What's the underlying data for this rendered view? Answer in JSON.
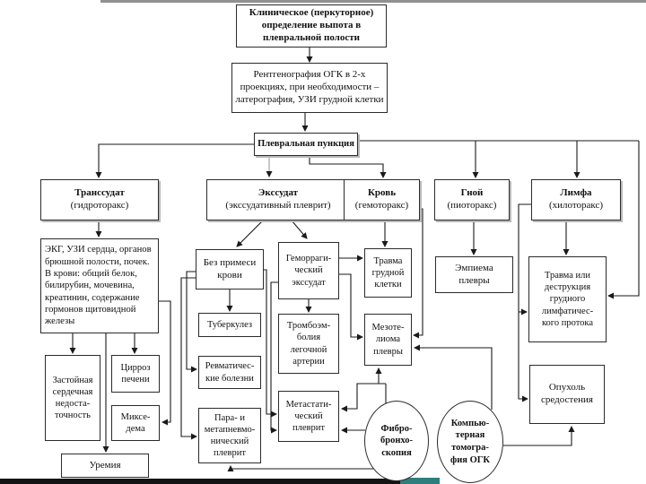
{
  "decor": {
    "top_bar_color": "#909090",
    "bottom_bar_color": "#141414",
    "bottom_accent_color": "#2f7e7e",
    "line_color": "#1a1a1a",
    "faded_line_color": "#9a9a9a"
  },
  "nodes": {
    "clinical": {
      "label": "Клиническое (перкуторное)\nопределение выпота в\nплевральной полости"
    },
    "xray": {
      "label": "Рентгенография ОГК в 2-х\nпроекциях, при необходимости –\nлатерография, УЗИ грудной клетки"
    },
    "puncture": {
      "label": "Плевральная пункция"
    },
    "transudate": {
      "title": "Транссудат",
      "subtitle": "(гидроторакс)"
    },
    "exudate": {
      "title": "Экссудат",
      "subtitle": "(экссудативный плеврит)"
    },
    "blood": {
      "title": "Кровь",
      "subtitle": "(гемоторакс)"
    },
    "pus": {
      "title": "Гной",
      "subtitle": "(пиоторакс)"
    },
    "lymph": {
      "title": "Лимфа",
      "subtitle": "(хилоторакс)"
    },
    "workup": {
      "label": "ЭКГ, УЗИ сердца, органов брюшной полости, почек. В крови: общий белок, билирубин, мочевина, креатинин, содержание гормонов щитовидной железы"
    },
    "chf": {
      "label": "Застойная\nсердечная\nнедоста-\nточность"
    },
    "cirrhosis": {
      "label": "Цирроз\nпечени"
    },
    "myxedema": {
      "label": "Миксе-\nдема"
    },
    "uremia": {
      "label": "Уремия"
    },
    "no_blood": {
      "label": "Без примеси\nкрови"
    },
    "tb": {
      "label": "Туберкулез"
    },
    "rheumatic": {
      "label": "Ревматичес-\nкие болезни"
    },
    "parapneumonic": {
      "label": "Пара- и\nметапневмо-\nнический\nплеврит"
    },
    "hemorrhagic": {
      "label": "Геморраги-\nческий\nэкссудат"
    },
    "pe": {
      "label": "Тромбоэм-\nболия\nлегочной\nартерии"
    },
    "metastatic": {
      "label": "Метастати-\nческий\nплеврит"
    },
    "chest_trauma": {
      "label": "Травма\nгрудной\nклетки"
    },
    "mesothelioma": {
      "label": "Мезоте-\nлиома\nплевры"
    },
    "empyema": {
      "label": "Эмпиема\nплевры"
    },
    "duct_trauma": {
      "label": "Травма или\nдеструкция\nгрудного\nлимфатичес-\nкого протока"
    },
    "mediastinal_tumor": {
      "label": "Опухоль\nсредостения"
    },
    "fbs": {
      "label": "Фибро-\nбронхо-\nскопия"
    },
    "ct": {
      "label": "Компью-\nтерная\nтомогра-\nфия ОГК"
    }
  }
}
